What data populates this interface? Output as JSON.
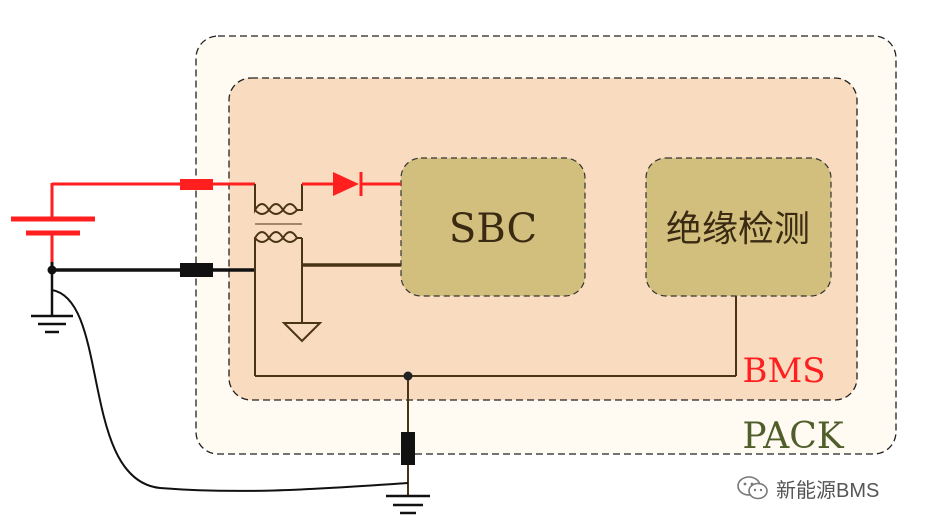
{
  "labels": {
    "pack": "PACK",
    "bms": "BMS",
    "sbc": "SBC",
    "insulation": "绝缘检测"
  },
  "watermark": {
    "text": "新能源BMS",
    "icon": "wechat-icon"
  },
  "colors": {
    "pack_fill": "#fffbf3",
    "bms_fill": "#f9dcc0",
    "block_fill": "#d2bf7e",
    "hv_positive": "#ff1f1f",
    "hv_negative": "#111111",
    "signal": "#4a3416",
    "pack_label": "#4f5e2a",
    "bms_label": "#ff1f1f",
    "block_text": "#3a2a12"
  }
}
